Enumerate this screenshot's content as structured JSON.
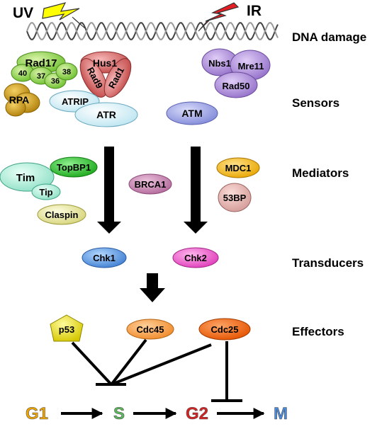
{
  "signals": {
    "uv": "UV",
    "ir": "IR"
  },
  "stages": {
    "dna_damage": "DNA damage",
    "sensors": "Sensors",
    "mediators": "Mediators",
    "transducers": "Transducers",
    "effectors": "Effectors"
  },
  "proteins": {
    "rad17": "Rad17",
    "rfc40": "40",
    "rfc37": "37",
    "rfc36": "36",
    "rfc38": "38",
    "hus1": "Hus1",
    "rad9": "Rad9",
    "rad1": "Rad1",
    "rpa": "RPA",
    "atrip": "ATRIP",
    "atr": "ATR",
    "nbs1": "Nbs1",
    "mre11": "Mre11",
    "rad50": "Rad50",
    "atm": "ATM",
    "tim": "Tim",
    "topbp1": "TopBP1",
    "tip": "Tip",
    "claspin": "Claspin",
    "brca1": "BRCA1",
    "mdc1": "MDC1",
    "53bp": "53BP",
    "chk1": "Chk1",
    "chk2": "Chk2",
    "p53": "p53",
    "cdc45": "Cdc45",
    "cdc25": "Cdc25"
  },
  "cell_cycle": {
    "g1": "G1",
    "s": "S",
    "g2": "G2",
    "m": "M"
  },
  "colors": {
    "uv_bolt": "#ffff00",
    "ir_bolt": "#e31e24",
    "g1": "#f0a500",
    "s": "#5cb85c",
    "g2": "#d92020",
    "m": "#4a8ad8"
  }
}
